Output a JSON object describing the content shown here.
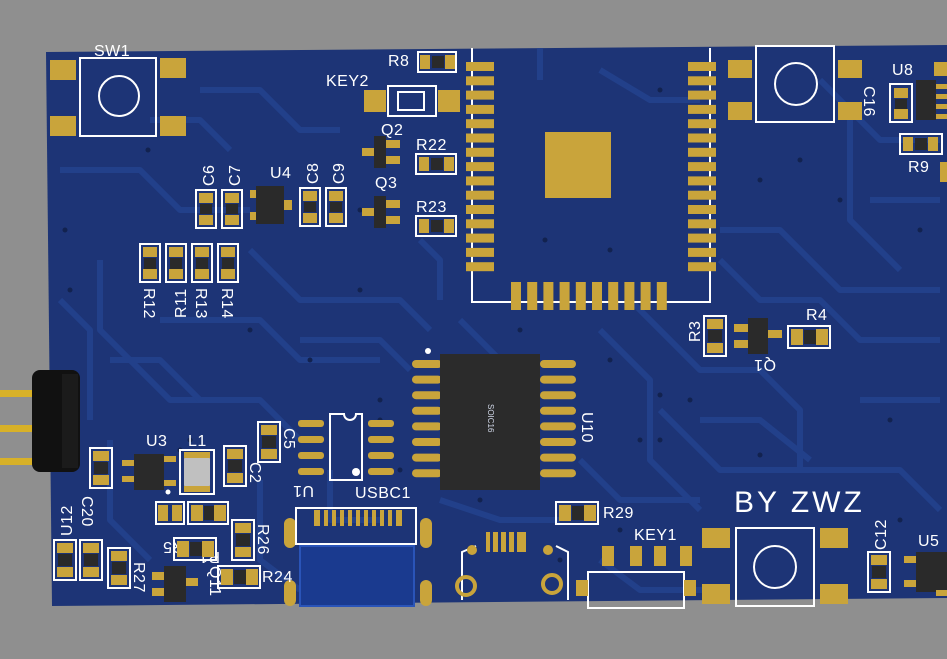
{
  "colors": {
    "background": "#8f8f8f",
    "board": "#1d3476",
    "trace": "#22408a",
    "pad": "#c9a43b",
    "silk": "#ffffff",
    "ic_body": "#2b2b2b",
    "smd_body": "#2a2a2a",
    "pin_header": "#111111",
    "pin_gold": "#d8b128"
  },
  "labels": {
    "sw1": "SW1",
    "key2": "KEY2",
    "key1": "KEY1",
    "r8": "R8",
    "q2": "Q2",
    "q3": "Q3",
    "r22": "R22",
    "r23": "R23",
    "u8": "U8",
    "c16": "C16",
    "r9": "R9",
    "c6": "C6",
    "c7": "C7",
    "u4": "U4",
    "c8": "C8",
    "c9": "C9",
    "r12": "R12",
    "r11": "R11",
    "r13": "R13",
    "r14": "R14",
    "r3": "R3",
    "r4": "R4",
    "q1": "Q1",
    "u10": "U10",
    "soic16": "SOIC16",
    "u3": "U3",
    "l1": "L1",
    "c5": "C5",
    "c2": "C2",
    "u1": "U1",
    "usbc1": "USBC1",
    "r29": "R29",
    "author": "BY ZWZ",
    "c12": "C12",
    "u5": "U5",
    "u12": "U12",
    "c20": "C20",
    "r27": "R27",
    "r5": "R5",
    "r1": "R1",
    "r26": "R26",
    "r24": "R24",
    "q11": "Q11"
  }
}
